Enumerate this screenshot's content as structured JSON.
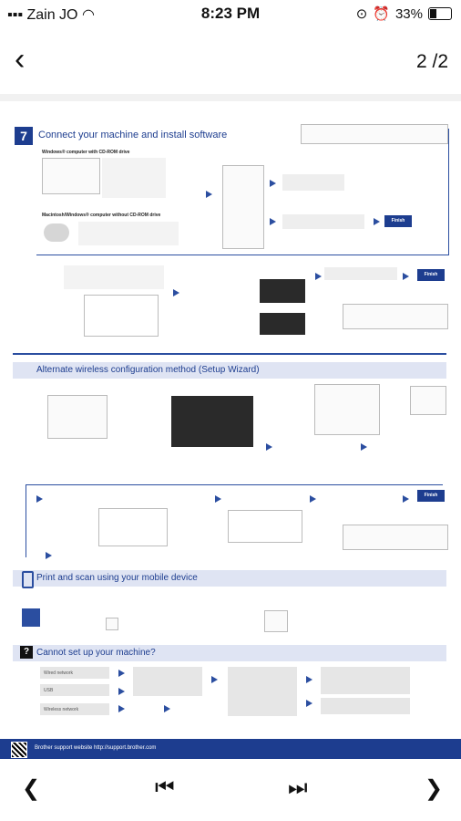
{
  "status_bar": {
    "carrier": "Zain JO",
    "time": "8:23 PM",
    "battery": "33%",
    "battery_level": 0.33
  },
  "toolbar": {
    "page_indicator": "2 /2"
  },
  "document": {
    "step_number": "7",
    "step_title": "Connect your machine and install software",
    "windows_heading": "Windows® computer with CD-ROM drive",
    "mac_heading": "Macintosh/Windows® computer without CD-ROM drive",
    "wizard_title": "Alternate wireless configuration method (Setup Wizard)",
    "mobile_title": "Print and scan using your mobile device",
    "cannot_setup_title": "Cannot set up your machine?",
    "finish_label": "Finish",
    "cannot_rows": [
      "Wired network",
      "USB",
      "Wireless network"
    ],
    "support_text": "Brother support website http://support.brother.com"
  },
  "icons": [
    "chevron-left-icon",
    "skip-previous-icon",
    "skip-next-icon",
    "chevron-right-icon",
    "wifi-icon",
    "alarm-icon",
    "lock-rotation-icon"
  ]
}
